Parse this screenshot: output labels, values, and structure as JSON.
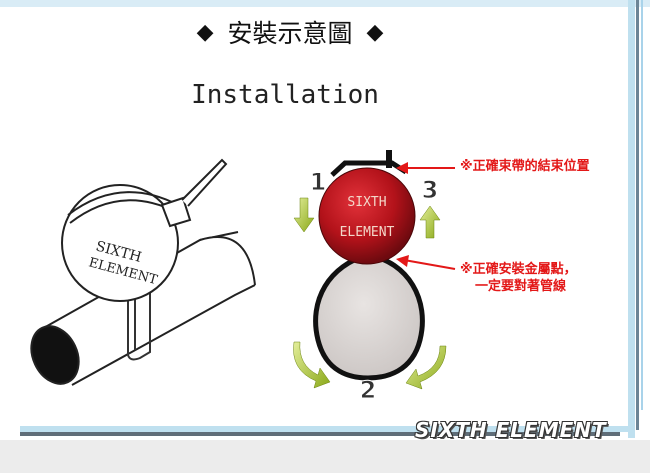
{
  "header": {
    "diamond": "◆",
    "title": "安裝示意圖"
  },
  "subtitle": "Installation",
  "ball_left": {
    "line1": "SIXTH",
    "line2": "ELEMENT"
  },
  "ball_right": {
    "line1": "SIXTH",
    "line2": "ELEMENT"
  },
  "steps": [
    "1",
    "2",
    "3"
  ],
  "callouts": {
    "tie_position": "※正確束帶的結束位置",
    "wire_line1": "※正確安裝金屬點，",
    "wire_line2": "一定要對著管線"
  },
  "brand": "SIXTH ELEMENT",
  "colors": {
    "ball_red": "#b3121a",
    "arrow_red": "#e31818",
    "arrow_green": "#9bb91e",
    "frame_blue": "#bfe0ef"
  }
}
